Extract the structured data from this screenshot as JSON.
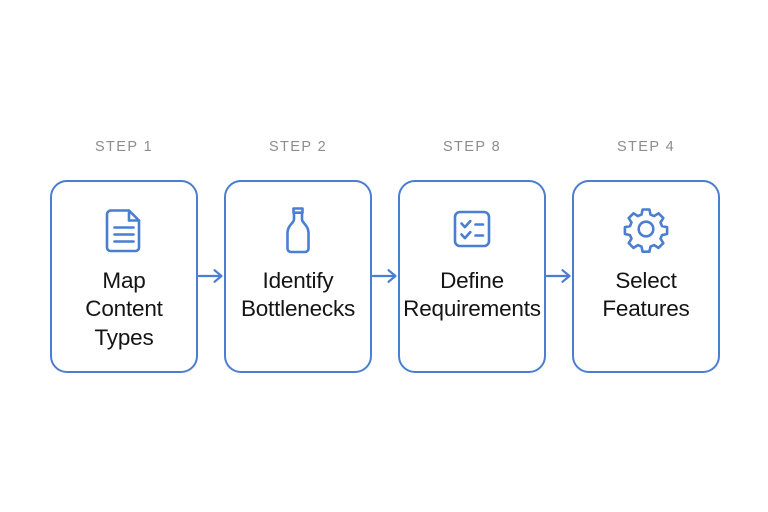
{
  "diagram": {
    "title": "Four step process flow",
    "background_color": "#ffffff",
    "accent_color": "#4a7ed0",
    "label_color": "#8d8d8d",
    "title_color": "#141414",
    "connector": "arrow-right",
    "steps": [
      {
        "label": "STEP 1",
        "title": "Map\nContent\nTypes",
        "icon": "document-icon"
      },
      {
        "label": "STEP 2",
        "title": "Identify\nBottlenecks",
        "icon": "bottle-icon"
      },
      {
        "label": "STEP 8",
        "title": "Define\nRequirements",
        "icon": "checklist-icon"
      },
      {
        "label": "STEP 4",
        "title": "Select\nFeatures",
        "icon": "gear-icon"
      }
    ]
  }
}
